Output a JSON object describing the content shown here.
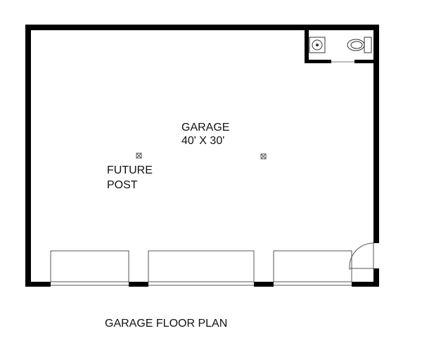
{
  "room": {
    "name": "GARAGE",
    "dimensions": "40' X 30'"
  },
  "post_note": {
    "line1": "FUTURE",
    "line2": "POST"
  },
  "caption": "GARAGE FLOOR PLAN",
  "colors": {
    "wall": "#000000",
    "fixture": "#555555",
    "text": "#111111"
  }
}
